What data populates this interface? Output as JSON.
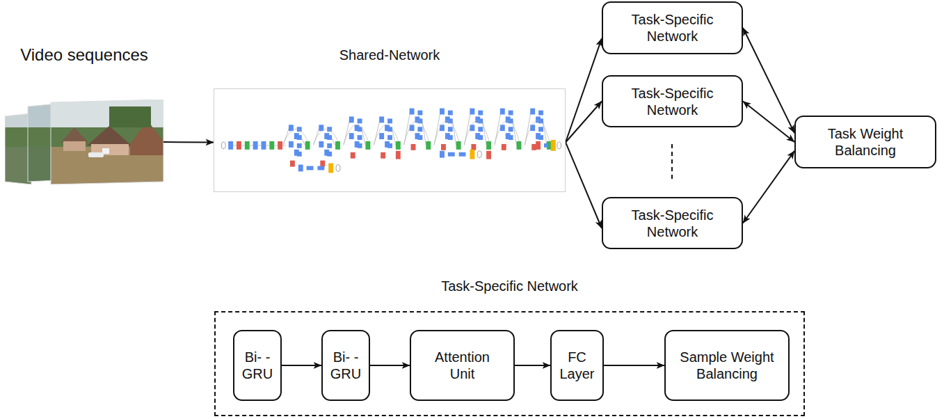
{
  "diagram": {
    "nodes": [
      {
        "text": [
          "Video sequences"
        ]
      },
      {
        "text": [
          "Shared-Network"
        ]
      },
      {
        "text": [
          "Task-Specific Network"
        ]
      },
      {
        "text": [
          "Task-Specific Network"
        ]
      },
      {
        "text": [
          "Task-Specific Network"
        ]
      },
      {
        "text": [
          "Task Weight Balancing"
        ]
      },
      {
        "text": [
          "Task-Specific Network"
        ]
      },
      {
        "text": [
          "Bi- -GRU"
        ],
        "in": 6
      },
      {
        "text": [
          "Bi- -GRU"
        ],
        "in": 6
      },
      {
        "text": [
          "Attention Unit"
        ],
        "in": 6
      },
      {
        "text": [
          "FC Layer"
        ],
        "in": 6
      },
      {
        "text": [
          "Sample Weight Balancing"
        ],
        "in": 6
      }
    ],
    "edges": [
      {
        "from": 0,
        "to": 1,
        "arrow": "to"
      },
      {
        "from": 1,
        "to": 2,
        "arrow": "to"
      },
      {
        "from": 1,
        "to": 3,
        "arrow": "to"
      },
      {
        "from": 1,
        "to": 4,
        "arrow": "to"
      },
      {
        "from": 2,
        "to": 5,
        "arrow": "both"
      },
      {
        "from": 3,
        "to": 5,
        "arrow": "both"
      },
      {
        "from": 4,
        "to": 5,
        "arrow": "both"
      },
      {
        "from": 7,
        "to": 8,
        "arrow": "to"
      },
      {
        "from": 8,
        "to": 9,
        "arrow": "to"
      },
      {
        "from": 9,
        "to": 10,
        "arrow": "to"
      },
      {
        "from": 10,
        "to": 11,
        "arrow": "to"
      }
    ]
  }
}
